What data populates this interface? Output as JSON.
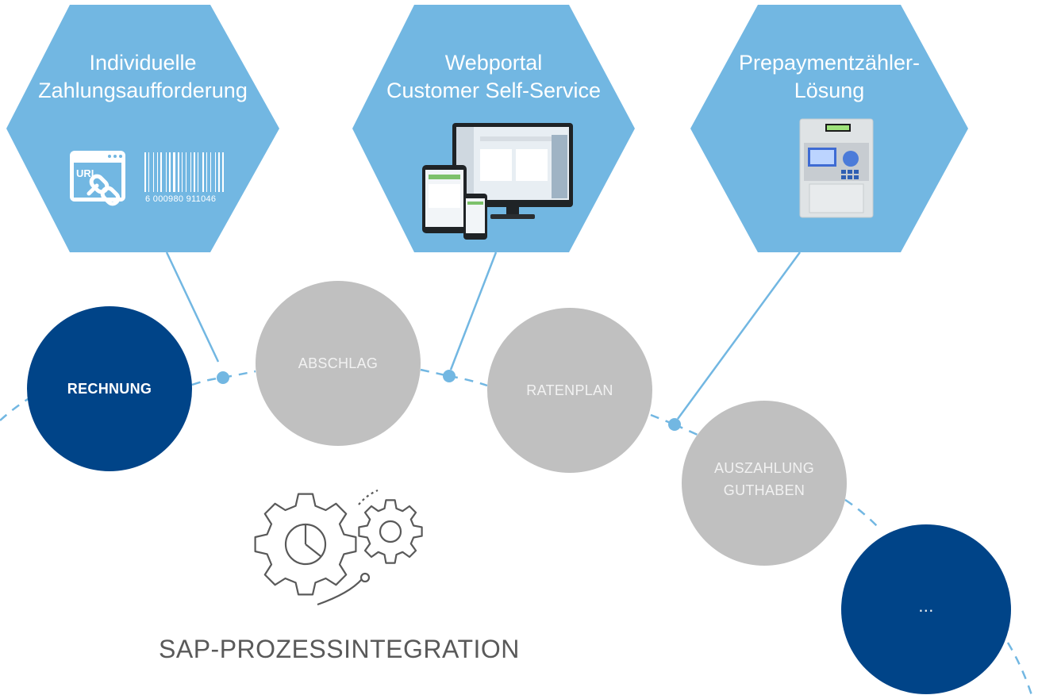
{
  "colors": {
    "hexagon": "#72b7e2",
    "connector": "#72b7e2",
    "circle_active": "#004488",
    "circle_inactive": "#c0c0c0",
    "icon_stroke": "#595959"
  },
  "hexagons": [
    {
      "line1": "Individuelle",
      "line2": "Zahlungsaufforderung",
      "icons": [
        "url-link-icon",
        "barcode-icon"
      ],
      "barcode_number": "6 000980 911046"
    },
    {
      "line1": "Webportal",
      "line2": "Customer Self-Service",
      "icons": [
        "devices-icon"
      ]
    },
    {
      "line1": "Prepaymentzähler-",
      "line2": "Lösung",
      "icons": [
        "prepayment-meter-icon"
      ]
    }
  ],
  "url_icon_label": "URL",
  "circles": [
    {
      "label": "RECHNUNG",
      "state": "active"
    },
    {
      "label": "ABSCHLAG",
      "state": "inactive"
    },
    {
      "label": "RATENPLAN",
      "state": "inactive"
    },
    {
      "label_line1": "AUSZAHLUNG",
      "label_line2": "GUTHABEN",
      "state": "inactive"
    },
    {
      "label": "...",
      "state": "active"
    }
  ],
  "process_icon": "gears-icon",
  "process_title": "SAP-PROZESSINTEGRATION"
}
